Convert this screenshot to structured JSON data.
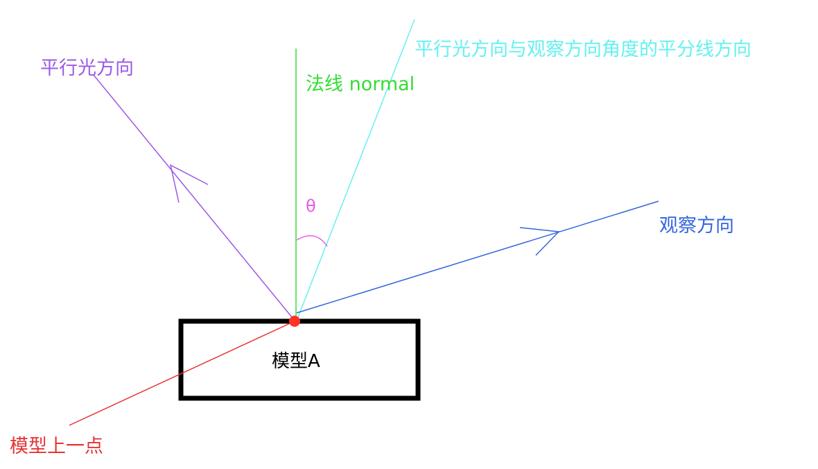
{
  "labels": {
    "light_direction": "平行光方向",
    "half_vector": "平行光方向与观察方向角度的平分线方向",
    "normal": "法线 normal",
    "theta": "θ",
    "view_direction": "观察方向",
    "model": "模型A",
    "model_point": "模型上一点"
  },
  "colors": {
    "light": "#9b59e6",
    "half_vector": "#66f0f0",
    "normal": "#33dd33",
    "theta": "#e65ce6",
    "view": "#3366dd",
    "model_point": "#e63333",
    "box": "#000000"
  }
}
